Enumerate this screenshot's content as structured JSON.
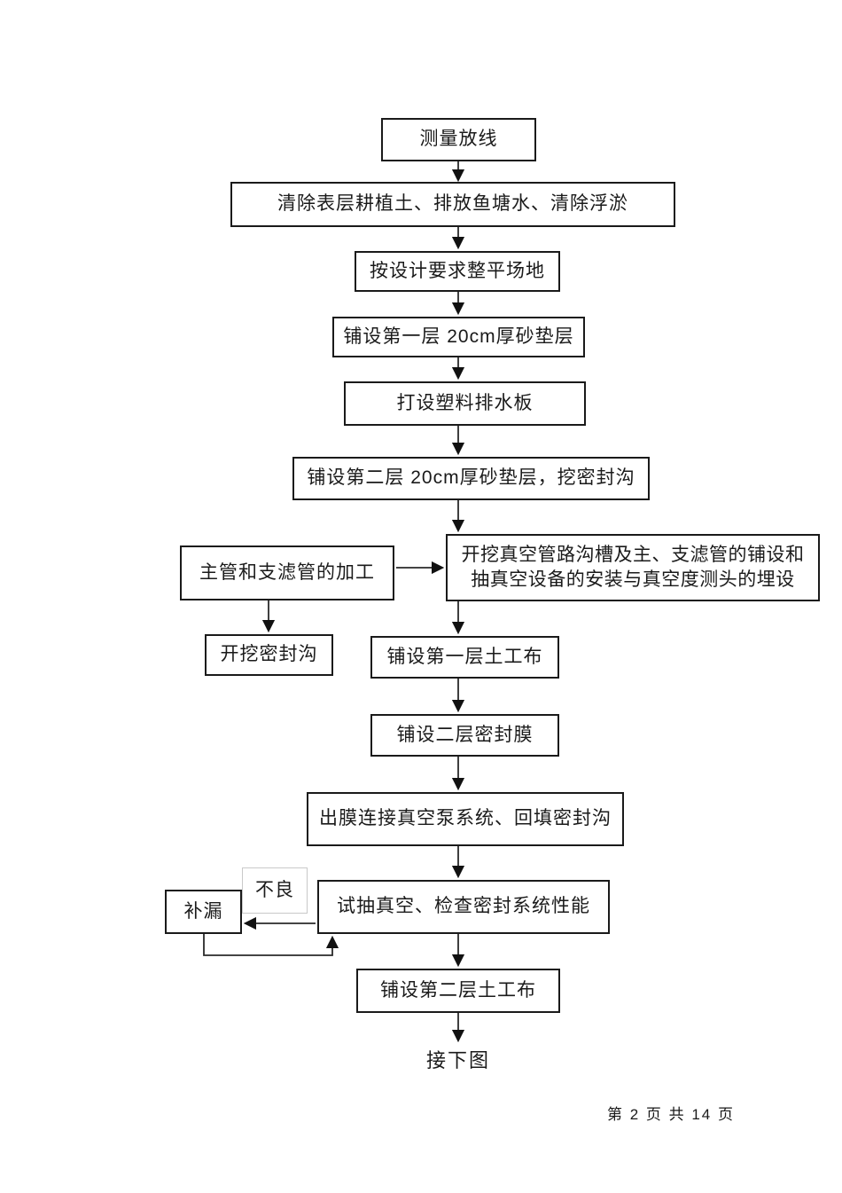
{
  "doc": {
    "continuation": "接下图",
    "footer_page_info": "第 2 页 共 14 页"
  },
  "flowchart": {
    "main_flow": {
      "survey": "测量放线",
      "clear_surface": "清除表层耕植土、排放鱼塘水、清除浮淤",
      "level_site": "按设计要求整平场地",
      "first_sand_layer": "铺设第一层 20cm厚砂垫层",
      "plastic_drain_boards": "打设塑料排水板",
      "second_sand_layer": "铺设第二层 20cm厚砂垫层，挖密封沟",
      "vacuum_pipe_trench": "开挖真空管路沟槽及主、支滤管的铺设和\n抽真空设备的安装与真空度测头的埋设",
      "first_geotextile": "铺设第一层土工布",
      "sealing_membrane": "铺设二层密封膜",
      "connect_vacuum_pump": "出膜连接真空泵系统、回填密封沟",
      "trial_vacuum": "试抽真空、检查密封系统性能",
      "second_geotextile": "铺设第二层土工布"
    },
    "side_flow": {
      "pipe_processing": "主管和支滤管的加工",
      "dig_sealing_trench": "开挖密封沟"
    },
    "feedback": {
      "defect_label": "不良",
      "repair_leak": "补漏"
    }
  }
}
